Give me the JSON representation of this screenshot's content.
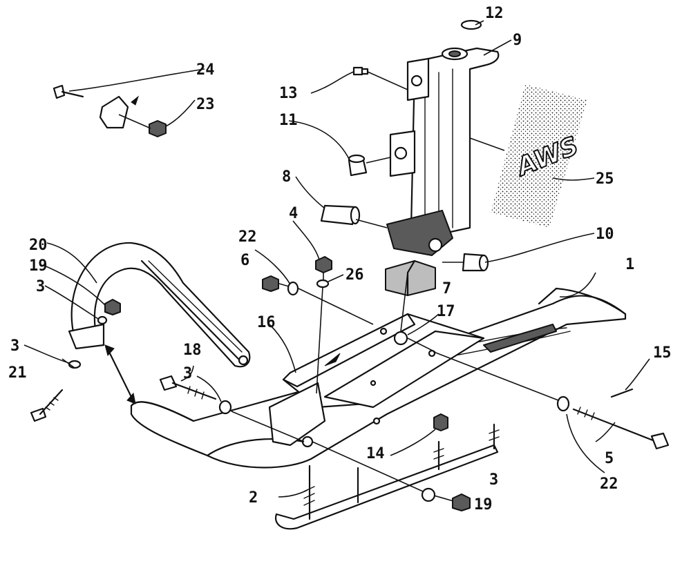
{
  "diagram": {
    "callouts": [
      {
        "id": "c1",
        "label": "1"
      },
      {
        "id": "c2",
        "label": "2"
      },
      {
        "id": "c3a",
        "label": "3"
      },
      {
        "id": "c3b",
        "label": "3"
      },
      {
        "id": "c3c",
        "label": "3"
      },
      {
        "id": "c3d",
        "label": "3"
      },
      {
        "id": "c4",
        "label": "4"
      },
      {
        "id": "c5",
        "label": "5"
      },
      {
        "id": "c6",
        "label": "6"
      },
      {
        "id": "c7",
        "label": "7"
      },
      {
        "id": "c8",
        "label": "8"
      },
      {
        "id": "c9",
        "label": "9"
      },
      {
        "id": "c10",
        "label": "10"
      },
      {
        "id": "c11",
        "label": "11"
      },
      {
        "id": "c12",
        "label": "12"
      },
      {
        "id": "c13",
        "label": "13"
      },
      {
        "id": "c14",
        "label": "14"
      },
      {
        "id": "c15",
        "label": "15"
      },
      {
        "id": "c16",
        "label": "16"
      },
      {
        "id": "c17",
        "label": "17"
      },
      {
        "id": "c18",
        "label": "18"
      },
      {
        "id": "c19a",
        "label": "19"
      },
      {
        "id": "c19b",
        "label": "19"
      },
      {
        "id": "c20",
        "label": "20"
      },
      {
        "id": "c21",
        "label": "21"
      },
      {
        "id": "c22a",
        "label": "22"
      },
      {
        "id": "c22b",
        "label": "22"
      },
      {
        "id": "c23",
        "label": "23"
      },
      {
        "id": "c24",
        "label": "24"
      },
      {
        "id": "c25",
        "label": "25"
      },
      {
        "id": "c26",
        "label": "26"
      }
    ],
    "decal_text": "AWS"
  },
  "colors": {
    "ink": "#111111",
    "paper": "#ffffff",
    "shade": "#bdbdbd"
  }
}
